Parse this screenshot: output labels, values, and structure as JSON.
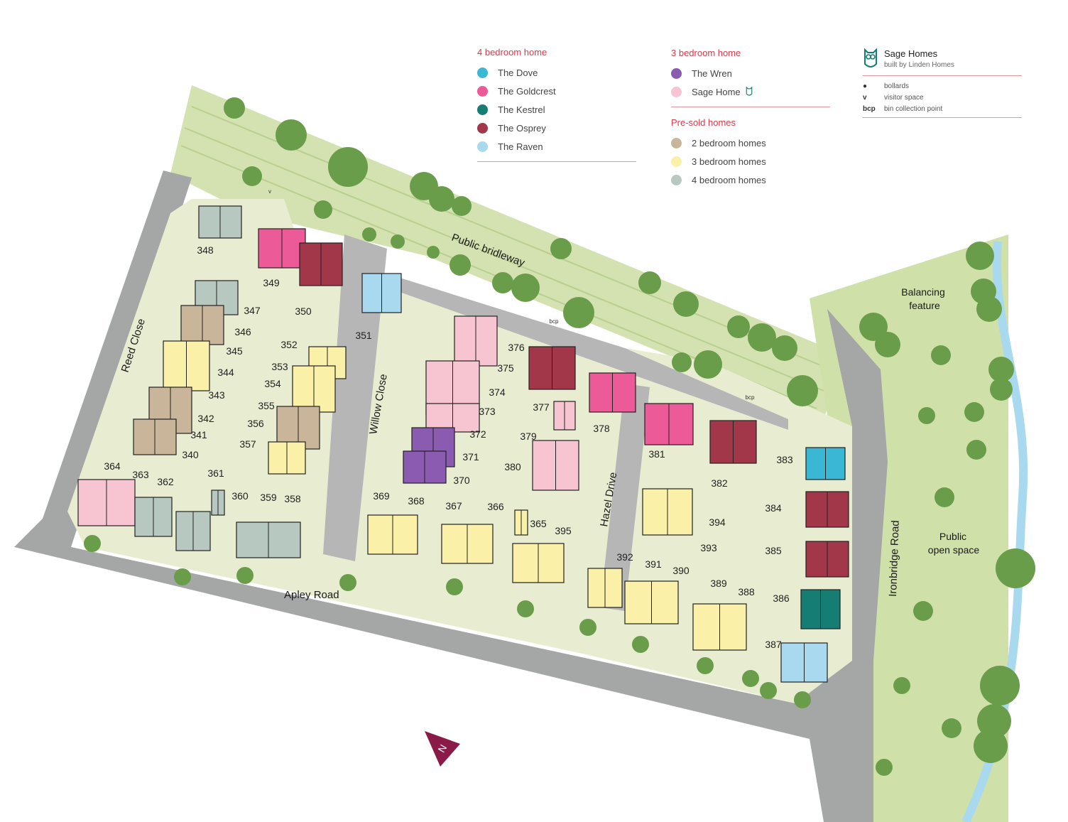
{
  "colors": {
    "dove": "#3ab7d4",
    "goldcrest": "#ec5b97",
    "kestrel": "#157d74",
    "osprey": "#a3374a",
    "raven": "#a9d9ef",
    "wren": "#8a5bb0",
    "sage": "#f7c5d1",
    "presold2": "#c9b59a",
    "presold3": "#fbf0a8",
    "presold4": "#b7c8c1",
    "heading": "#d9394a"
  },
  "legend_4bed": {
    "heading": "4 bedroom home",
    "items": [
      {
        "label": "The Dove",
        "color": "#3ab7d4"
      },
      {
        "label": "The Goldcrest",
        "color": "#ec5b97"
      },
      {
        "label": "The Kestrel",
        "color": "#157d74"
      },
      {
        "label": "The Osprey",
        "color": "#a3374a"
      },
      {
        "label": "The Raven",
        "color": "#a9d9ef"
      }
    ]
  },
  "legend_3bed": {
    "heading": "3 bedroom home",
    "items": [
      {
        "label": "The Wren",
        "color": "#8a5bb0"
      },
      {
        "label": "Sage Home",
        "color": "#f7c5d1",
        "icon": "owl-icon"
      }
    ]
  },
  "legend_presold": {
    "heading": "Pre-sold homes",
    "items": [
      {
        "label": "2 bedroom homes",
        "color": "#c9b59a"
      },
      {
        "label": "3 bedroom homes",
        "color": "#fbf0a8"
      },
      {
        "label": "4 bedroom homes",
        "color": "#b7c8c1"
      }
    ]
  },
  "brand": {
    "name": "Sage Homes",
    "tagline": "built by Linden Homes",
    "icon": "owl-icon"
  },
  "key": [
    {
      "symbol": "●",
      "label": "bollards"
    },
    {
      "symbol": "v",
      "label": "visitor space"
    },
    {
      "symbol": "bcp",
      "label": "bin collection point"
    }
  ],
  "roads": {
    "reed_close": "Reed Close",
    "willow_close": "Willow Close",
    "hazel_drive": "Hazel Drive",
    "apley_road": "Apley Road",
    "ironbridge_road": "Ironbridge Road",
    "public_bridleway": "Public bridleway"
  },
  "areas": {
    "balancing_1": "Balancing",
    "balancing_2": "feature",
    "open_space_1": "Public",
    "open_space_2": "open space"
  },
  "compass": {
    "label": "N",
    "icon": "north-arrow-icon"
  },
  "plots": [
    {
      "n": "348",
      "type": "presold4"
    },
    {
      "n": "349",
      "type": "goldcrest"
    },
    {
      "n": "350",
      "type": "osprey"
    },
    {
      "n": "351",
      "type": "raven"
    },
    {
      "n": "347",
      "type": "presold4"
    },
    {
      "n": "346",
      "type": "presold2"
    },
    {
      "n": "345",
      "type": "presold2"
    },
    {
      "n": "344",
      "type": "presold3"
    },
    {
      "n": "343",
      "type": "presold3"
    },
    {
      "n": "342",
      "type": "presold2"
    },
    {
      "n": "341",
      "type": "presold2"
    },
    {
      "n": "340",
      "type": "presold4"
    },
    {
      "n": "352",
      "type": "presold3"
    },
    {
      "n": "353",
      "type": "presold3"
    },
    {
      "n": "354",
      "type": "presold2"
    },
    {
      "n": "355",
      "type": "presold2"
    },
    {
      "n": "356",
      "type": "presold2"
    },
    {
      "n": "357",
      "type": "presold3"
    },
    {
      "n": "364",
      "type": "sage"
    },
    {
      "n": "363",
      "type": "sage"
    },
    {
      "n": "362",
      "type": "presold4"
    },
    {
      "n": "361",
      "type": "presold4"
    },
    {
      "n": "360",
      "type": "presold4"
    },
    {
      "n": "359",
      "type": "presold4"
    },
    {
      "n": "358",
      "type": "presold4"
    },
    {
      "n": "376",
      "type": "sage"
    },
    {
      "n": "375",
      "type": "sage"
    },
    {
      "n": "374",
      "type": "sage"
    },
    {
      "n": "373",
      "type": "sage"
    },
    {
      "n": "372",
      "type": "sage"
    },
    {
      "n": "371",
      "type": "wren"
    },
    {
      "n": "370",
      "type": "wren"
    },
    {
      "n": "369",
      "type": "presold3"
    },
    {
      "n": "368",
      "type": "presold3"
    },
    {
      "n": "367",
      "type": "presold3"
    },
    {
      "n": "366",
      "type": "presold3"
    },
    {
      "n": "365",
      "type": "presold3"
    },
    {
      "n": "377",
      "type": "osprey"
    },
    {
      "n": "378",
      "type": "goldcrest"
    },
    {
      "n": "379",
      "type": "sage"
    },
    {
      "n": "380",
      "type": "sage"
    },
    {
      "n": "395",
      "type": "presold3"
    },
    {
      "n": "381",
      "type": "goldcrest"
    },
    {
      "n": "382",
      "type": "osprey"
    },
    {
      "n": "383",
      "type": "dove"
    },
    {
      "n": "384",
      "type": "osprey"
    },
    {
      "n": "385",
      "type": "osprey"
    },
    {
      "n": "386",
      "type": "kestrel"
    },
    {
      "n": "387",
      "type": "raven"
    },
    {
      "n": "388",
      "type": "presold3"
    },
    {
      "n": "389",
      "type": "presold3"
    },
    {
      "n": "390",
      "type": "presold3"
    },
    {
      "n": "391",
      "type": "presold3"
    },
    {
      "n": "392",
      "type": "presold3"
    },
    {
      "n": "393",
      "type": "presold3"
    },
    {
      "n": "394",
      "type": "presold3"
    }
  ],
  "small_labels": {
    "bcp": "bcp",
    "v": "v"
  }
}
